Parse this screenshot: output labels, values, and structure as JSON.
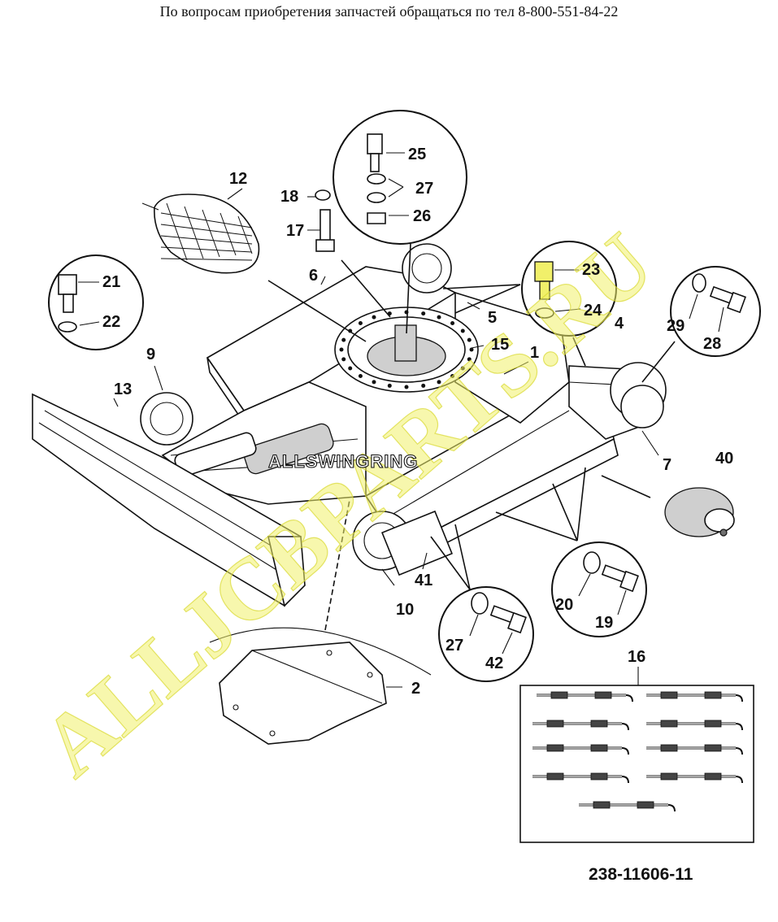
{
  "header": "По вопросам приобретения запчастей обращаться по тел 8-800-551-84-22",
  "doc_number": "238-11606-11",
  "watermarks": {
    "diagonal": "ALLJCBPARTS.RU",
    "center": "ALLSWINGRING"
  },
  "labels": {
    "p1": "1",
    "p2": "2",
    "p4": "4",
    "p5": "5",
    "p6": "6",
    "p7": "7",
    "p9": "9",
    "p10": "10",
    "p12": "12",
    "p13": "13",
    "p15": "15",
    "p16": "16",
    "p17": "17",
    "p18": "18",
    "p19": "19",
    "p20": "20",
    "p21": "21",
    "p22": "22",
    "p23": "23",
    "p24": "24",
    "p25": "25",
    "p26": "26",
    "p27a": "27",
    "p27b": "27",
    "p28": "28",
    "p29": "29",
    "p40": "40",
    "p41": "41",
    "p42": "42"
  },
  "colors": {
    "watermark": "#f1f06a",
    "ink": "#111111",
    "background": "#ffffff"
  }
}
